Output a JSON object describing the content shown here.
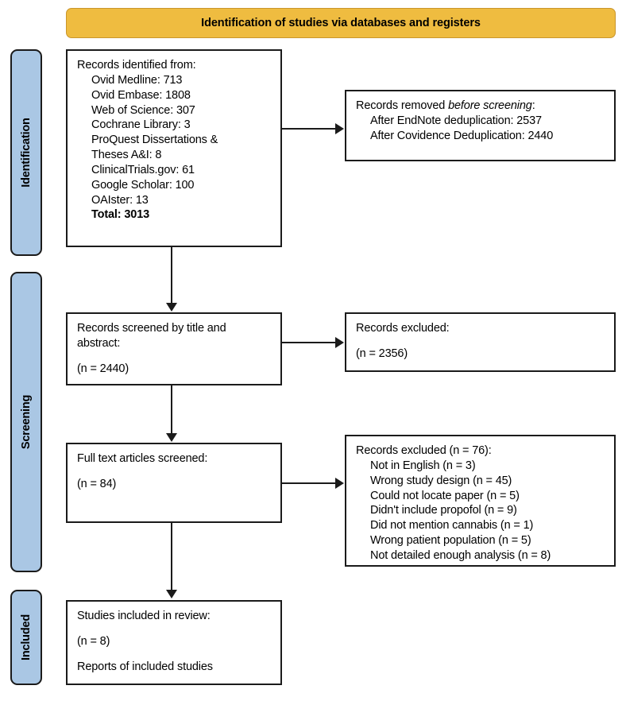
{
  "banner": {
    "title": "Identification of studies via databases and registers"
  },
  "colors": {
    "banner_fill": "#efbc40",
    "banner_border": "#c9952b",
    "stage_fill": "#aac7e4",
    "stroke": "#1b1b1b",
    "box_fill": "#ffffff"
  },
  "stages": [
    {
      "id": "identification",
      "label": "Identification"
    },
    {
      "id": "screening",
      "label": "Screening"
    },
    {
      "id": "included",
      "label": "Included"
    }
  ],
  "boxes": {
    "identified": {
      "heading": "Records identified from:",
      "sources": [
        "Ovid Medline: 713",
        "Ovid Embase: 1808",
        "Web of Science: 307",
        "Cochrane Library: 3",
        "ProQuest Dissertations &",
        "Theses A&I: 8",
        "ClinicalTrials.gov: 61",
        "Google Scholar: 100",
        "OAIster: 13"
      ],
      "total_label": "Total: 3013"
    },
    "removed": {
      "heading_pre": "Records removed ",
      "heading_italic": "before screening",
      "heading_post": ":",
      "items": [
        "After EndNote deduplication: 2537",
        "After Covidence Deduplication: 2440"
      ]
    },
    "screened": {
      "line1": "Records screened by title and",
      "line2": "abstract:",
      "count": "(n = 2440)"
    },
    "excluded_screening": {
      "heading": "Records excluded:",
      "count": "(n = 2356)"
    },
    "fulltext": {
      "heading": "Full text articles screened:",
      "count": "(n = 84)"
    },
    "excluded_fulltext": {
      "heading": "Records excluded (n = 76):",
      "reasons": [
        "Not in English (n = 3)",
        "Wrong study design (n = 45)",
        "Could not locate paper (n = 5)",
        "Didn't include propofol (n = 9)",
        "Did not mention cannabis (n = 1)",
        "Wrong patient population (n = 5)",
        "Not detailed enough analysis (n = 8)"
      ]
    },
    "included": {
      "heading": "Studies included in review:",
      "count": "(n = 8)",
      "reports": "Reports of included studies"
    }
  },
  "chart_data": {
    "type": "diagram",
    "diagram_type": "PRISMA flow diagram",
    "title": "Identification of studies via databases and registers",
    "stages": [
      "Identification",
      "Screening",
      "Included"
    ],
    "nodes": [
      {
        "id": "identified",
        "stage": "Identification",
        "label": "Records identified from",
        "sources": {
          "Ovid Medline": 713,
          "Ovid Embase": 1808,
          "Web of Science": 307,
          "Cochrane Library": 3,
          "ProQuest Dissertations & Theses A&I": 8,
          "ClinicalTrials.gov": 61,
          "Google Scholar": 100,
          "OAIster": 13
        },
        "total": 3013
      },
      {
        "id": "removed_before_screening",
        "stage": "Identification",
        "label": "Records removed before screening",
        "items": {
          "After EndNote deduplication": 2537,
          "After Covidence Deduplication": 2440
        }
      },
      {
        "id": "screened",
        "stage": "Screening",
        "label": "Records screened by title and abstract",
        "n": 2440
      },
      {
        "id": "excluded_screening",
        "stage": "Screening",
        "label": "Records excluded",
        "n": 2356
      },
      {
        "id": "fulltext",
        "stage": "Screening",
        "label": "Full text articles screened",
        "n": 84
      },
      {
        "id": "excluded_fulltext",
        "stage": "Screening",
        "label": "Records excluded",
        "n": 76,
        "reasons": {
          "Not in English": 3,
          "Wrong study design": 45,
          "Could not locate paper": 5,
          "Didn't include propofol": 9,
          "Did not mention cannabis": 1,
          "Wrong patient population": 5,
          "Not detailed enough analysis": 8
        }
      },
      {
        "id": "included",
        "stage": "Included",
        "label": "Studies included in review",
        "n": 8,
        "note": "Reports of included studies"
      }
    ],
    "edges": [
      {
        "from": "identified",
        "to": "removed_before_screening",
        "direction": "right"
      },
      {
        "from": "identified",
        "to": "screened",
        "direction": "down"
      },
      {
        "from": "screened",
        "to": "excluded_screening",
        "direction": "right"
      },
      {
        "from": "screened",
        "to": "fulltext",
        "direction": "down"
      },
      {
        "from": "fulltext",
        "to": "excluded_fulltext",
        "direction": "right"
      },
      {
        "from": "fulltext",
        "to": "included",
        "direction": "down"
      }
    ]
  }
}
